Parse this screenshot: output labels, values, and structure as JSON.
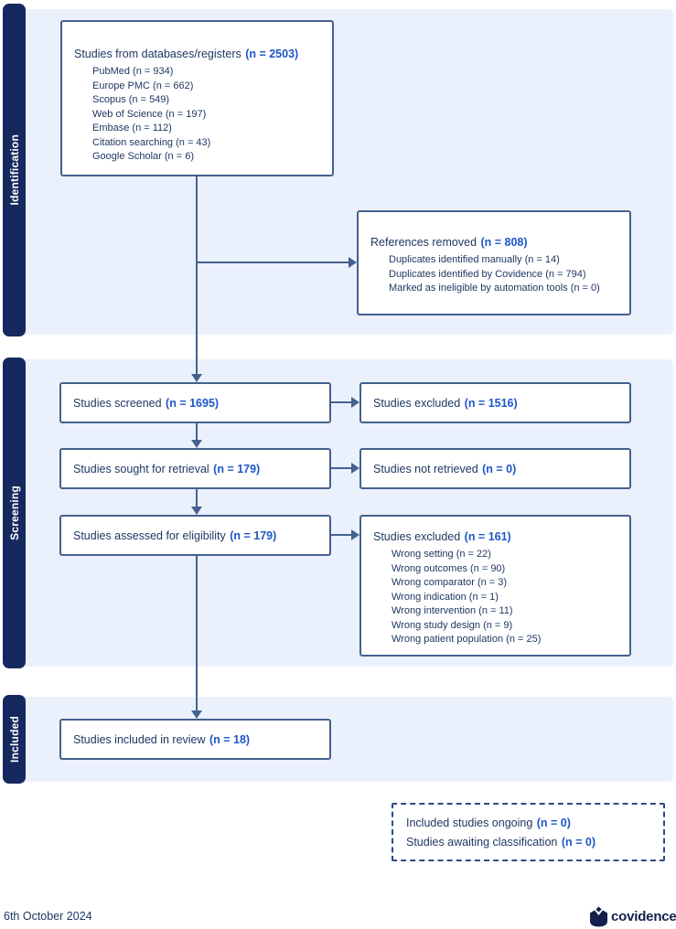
{
  "sections": {
    "identification": {
      "label": "Identification"
    },
    "screening": {
      "label": "Screening"
    },
    "included": {
      "label": "Included"
    }
  },
  "boxes": {
    "databases": {
      "title": "Studies from databases/registers",
      "count": "(n = 2503)",
      "items": [
        "PubMed (n = 934)",
        "Europe PMC (n = 662)",
        "Scopus (n = 549)",
        "Web of Science (n = 197)",
        "Embase (n = 112)",
        "Citation searching (n = 43)",
        "Google Scholar (n = 6)"
      ]
    },
    "references_removed": {
      "title": "References removed",
      "count": "(n = 808)",
      "items": [
        "Duplicates identified manually (n = 14)",
        "Duplicates identified by Covidence (n = 794)",
        "Marked as ineligible by automation tools (n = 0)"
      ]
    },
    "screened": {
      "title": "Studies screened",
      "count": "(n = 1695)"
    },
    "excluded_screening": {
      "title": "Studies excluded",
      "count": "(n = 1516)"
    },
    "sought": {
      "title": "Studies sought for retrieval",
      "count": "(n = 179)"
    },
    "not_retrieved": {
      "title": "Studies not retrieved",
      "count": "(n = 0)"
    },
    "assessed": {
      "title": "Studies assessed for eligibility",
      "count": "(n = 179)"
    },
    "excluded_eligibility": {
      "title": "Studies excluded",
      "count": "(n = 161)",
      "items": [
        "Wrong setting (n = 22)",
        "Wrong outcomes (n = 90)",
        "Wrong comparator (n = 3)",
        "Wrong indication (n = 1)",
        "Wrong intervention (n = 11)",
        "Wrong study design (n = 9)",
        "Wrong patient population (n = 25)"
      ]
    },
    "included_review": {
      "title": "Studies included in review",
      "count": "(n = 18)"
    },
    "ongoing": {
      "line1_title": "Included studies ongoing",
      "line1_count": "(n = 0)",
      "line2_title": "Studies awaiting classification",
      "line2_count": "(n = 0)"
    }
  },
  "footer": {
    "date": "6th October 2024",
    "brand": "covidence"
  },
  "colors": {
    "band_bg": "#EBF1FC",
    "sidebar_navy": "#16295F",
    "border_slate": "#44618F",
    "text_navy": "#1F3763",
    "count_blue": "#1E56C8",
    "dashed_navy": "#2D4B82",
    "logo_navy": "#13204C"
  }
}
